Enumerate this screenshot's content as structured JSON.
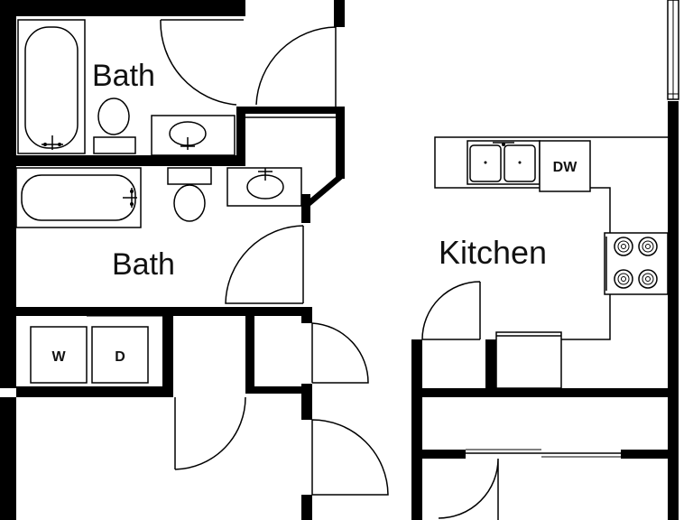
{
  "rooms": {
    "bath_upper": "Bath",
    "bath_lower": "Bath",
    "kitchen": "Kitchen"
  },
  "appliances": {
    "dishwasher": "DW",
    "washer": "W",
    "dryer": "D"
  },
  "colors": {
    "wall": "#000000",
    "fixture_outline": "#000000",
    "background": "#ffffff"
  }
}
